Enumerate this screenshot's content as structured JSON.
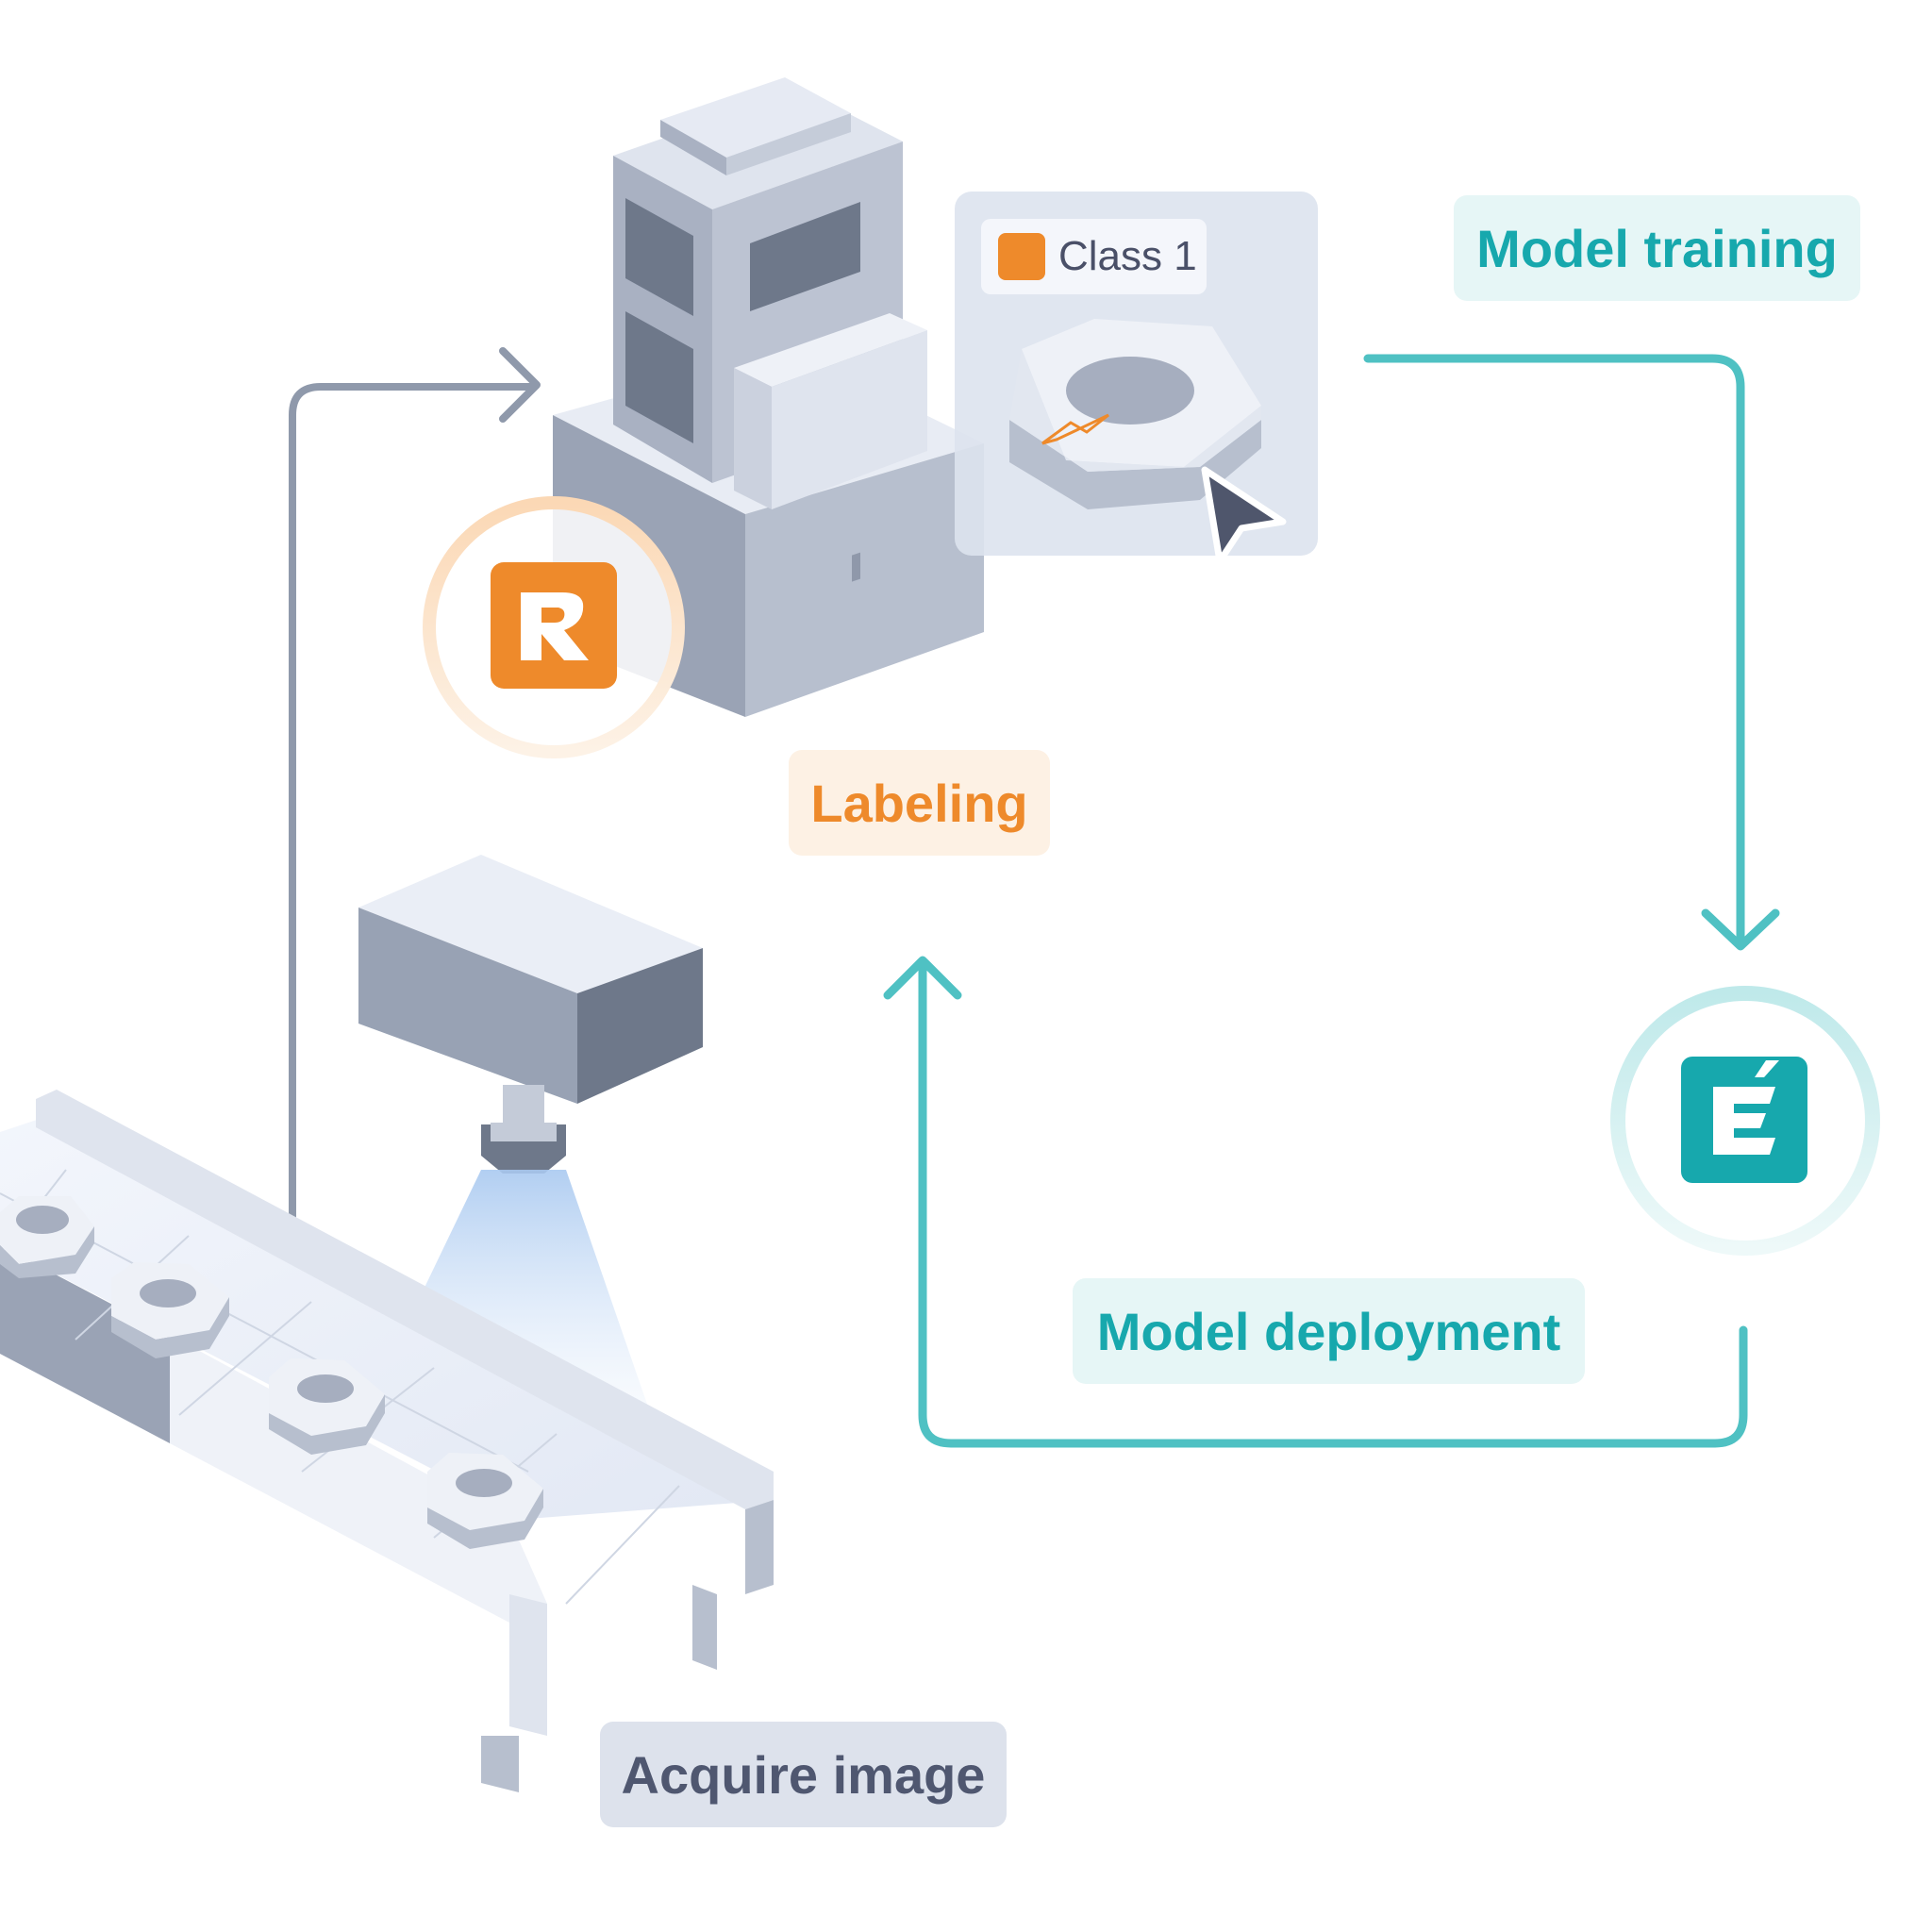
{
  "diagram": {
    "steps": {
      "acquire": "Acquire image",
      "labeling": "Labeling",
      "training": "Model training",
      "deployment": "Model deployment"
    },
    "class_chip": {
      "label": "Class 1",
      "swatch_color": "#ee8a2b"
    },
    "apps": [
      {
        "letter": "R",
        "icon": "labeling-app-logo-icon",
        "color": "#ee8a2b"
      },
      {
        "letter": "É",
        "icon": "deployment-app-logo-icon",
        "color": "#17a8ad"
      }
    ],
    "colors": {
      "teal_arrow": "#4fc1c3",
      "gray_arrow": "#8f99ab",
      "orange_accent": "#ee8a2b",
      "teal_accent": "#17a8ad"
    }
  }
}
